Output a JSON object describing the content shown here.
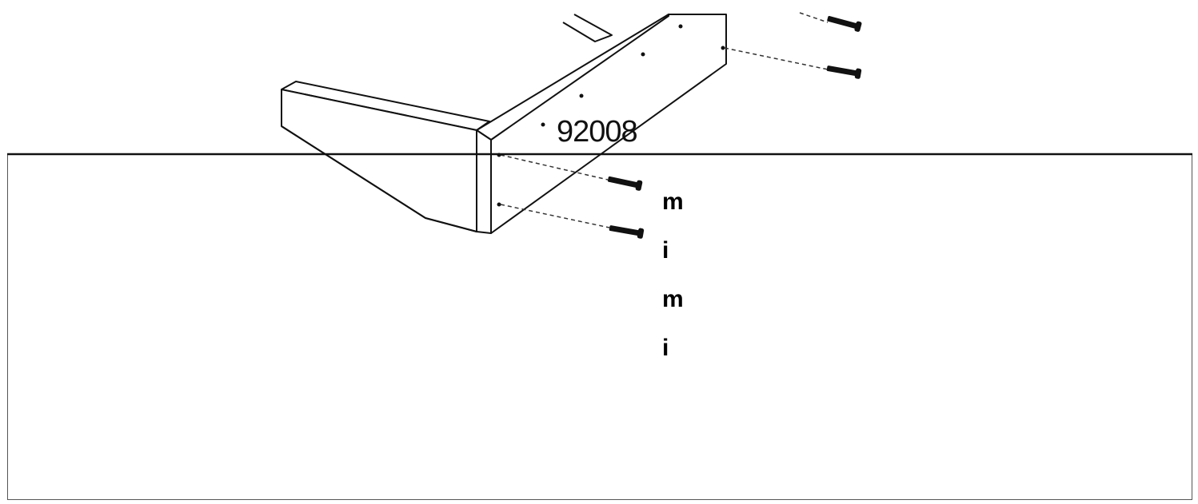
{
  "diagram": {
    "part_number": "92008",
    "labels": [
      "m",
      "i",
      "m",
      "i"
    ],
    "colors": {
      "line": "#111111",
      "background": "#ffffff",
      "frame": "#555555"
    },
    "icons": [
      "screw-icon"
    ]
  }
}
